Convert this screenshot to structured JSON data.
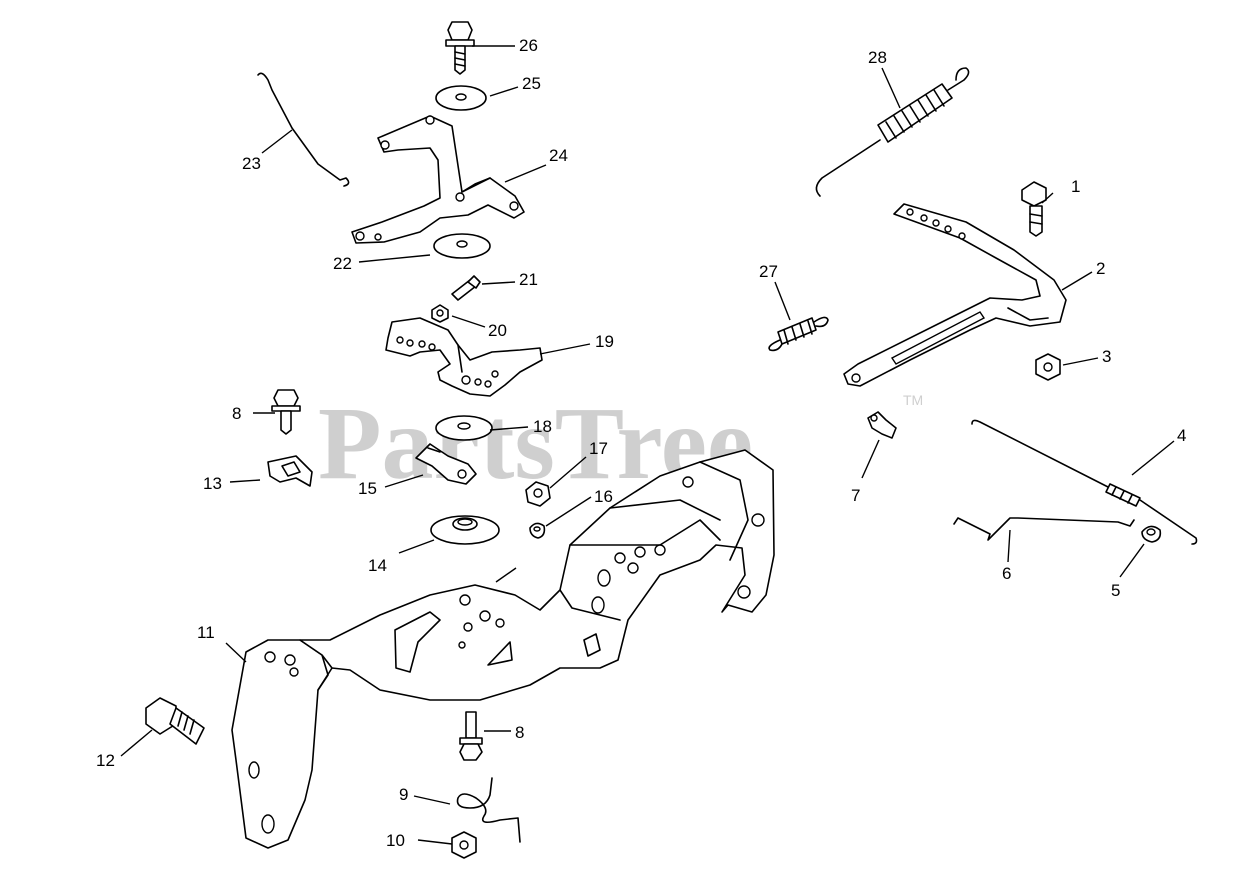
{
  "diagram": {
    "watermark": "PartsTree",
    "trademark": "TM",
    "callouts": [
      {
        "id": "c1",
        "label": "1"
      },
      {
        "id": "c2",
        "label": "2"
      },
      {
        "id": "c3",
        "label": "3"
      },
      {
        "id": "c4",
        "label": "4"
      },
      {
        "id": "c5",
        "label": "5"
      },
      {
        "id": "c6",
        "label": "6"
      },
      {
        "id": "c7",
        "label": "7"
      },
      {
        "id": "c8a",
        "label": "8"
      },
      {
        "id": "c8b",
        "label": "8"
      },
      {
        "id": "c9",
        "label": "9"
      },
      {
        "id": "c10",
        "label": "10"
      },
      {
        "id": "c11",
        "label": "11"
      },
      {
        "id": "c12",
        "label": "12"
      },
      {
        "id": "c13",
        "label": "13"
      },
      {
        "id": "c14",
        "label": "14"
      },
      {
        "id": "c15",
        "label": "15"
      },
      {
        "id": "c16",
        "label": "16"
      },
      {
        "id": "c17",
        "label": "17"
      },
      {
        "id": "c18",
        "label": "18"
      },
      {
        "id": "c19",
        "label": "19"
      },
      {
        "id": "c20",
        "label": "20"
      },
      {
        "id": "c21",
        "label": "21"
      },
      {
        "id": "c22",
        "label": "22"
      },
      {
        "id": "c23",
        "label": "23"
      },
      {
        "id": "c24",
        "label": "24"
      },
      {
        "id": "c25",
        "label": "25"
      },
      {
        "id": "c26",
        "label": "26"
      },
      {
        "id": "c27",
        "label": "27"
      },
      {
        "id": "c28",
        "label": "28"
      }
    ]
  }
}
